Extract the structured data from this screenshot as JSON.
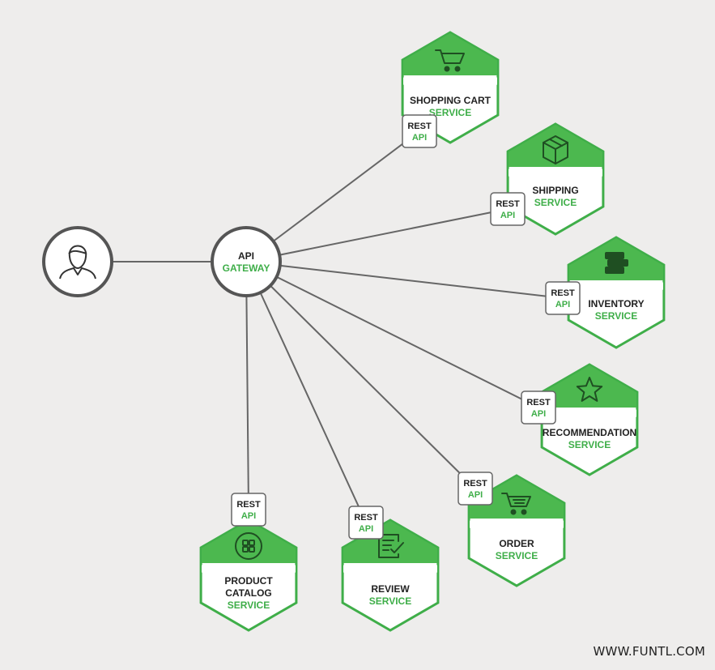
{
  "colors": {
    "background": "#eeedec",
    "service_green": "#4cb84f",
    "service_border": "#3fae49",
    "accent_text": "#3fae49",
    "line": "#666666"
  },
  "user": {
    "icon": "user-icon"
  },
  "gateway": {
    "line1": "API",
    "line2": "GATEWAY"
  },
  "rest_badge": {
    "line1": "REST",
    "line2": "API"
  },
  "services": [
    {
      "id": "shopping-cart",
      "title_lines": [
        "SHOPPING CART"
      ],
      "subtitle": "SERVICE",
      "icon": "shopping-cart-icon"
    },
    {
      "id": "shipping",
      "title_lines": [
        "SHIPPING"
      ],
      "subtitle": "SERVICE",
      "icon": "package-icon"
    },
    {
      "id": "inventory",
      "title_lines": [
        "INVENTORY"
      ],
      "subtitle": "SERVICE",
      "icon": "stack-icon"
    },
    {
      "id": "recommendation",
      "title_lines": [
        "RECOMMENDATION"
      ],
      "subtitle": "SERVICE",
      "icon": "star-icon"
    },
    {
      "id": "order",
      "title_lines": [
        "ORDER"
      ],
      "subtitle": "SERVICE",
      "icon": "order-cart-icon"
    },
    {
      "id": "review",
      "title_lines": [
        "REVIEW"
      ],
      "subtitle": "SERVICE",
      "icon": "review-icon"
    },
    {
      "id": "product-catalog",
      "title_lines": [
        "PRODUCT",
        "CATALOG"
      ],
      "subtitle": "SERVICE",
      "icon": "grid-icon"
    }
  ],
  "watermark": "WWW.FUNTL.COM"
}
